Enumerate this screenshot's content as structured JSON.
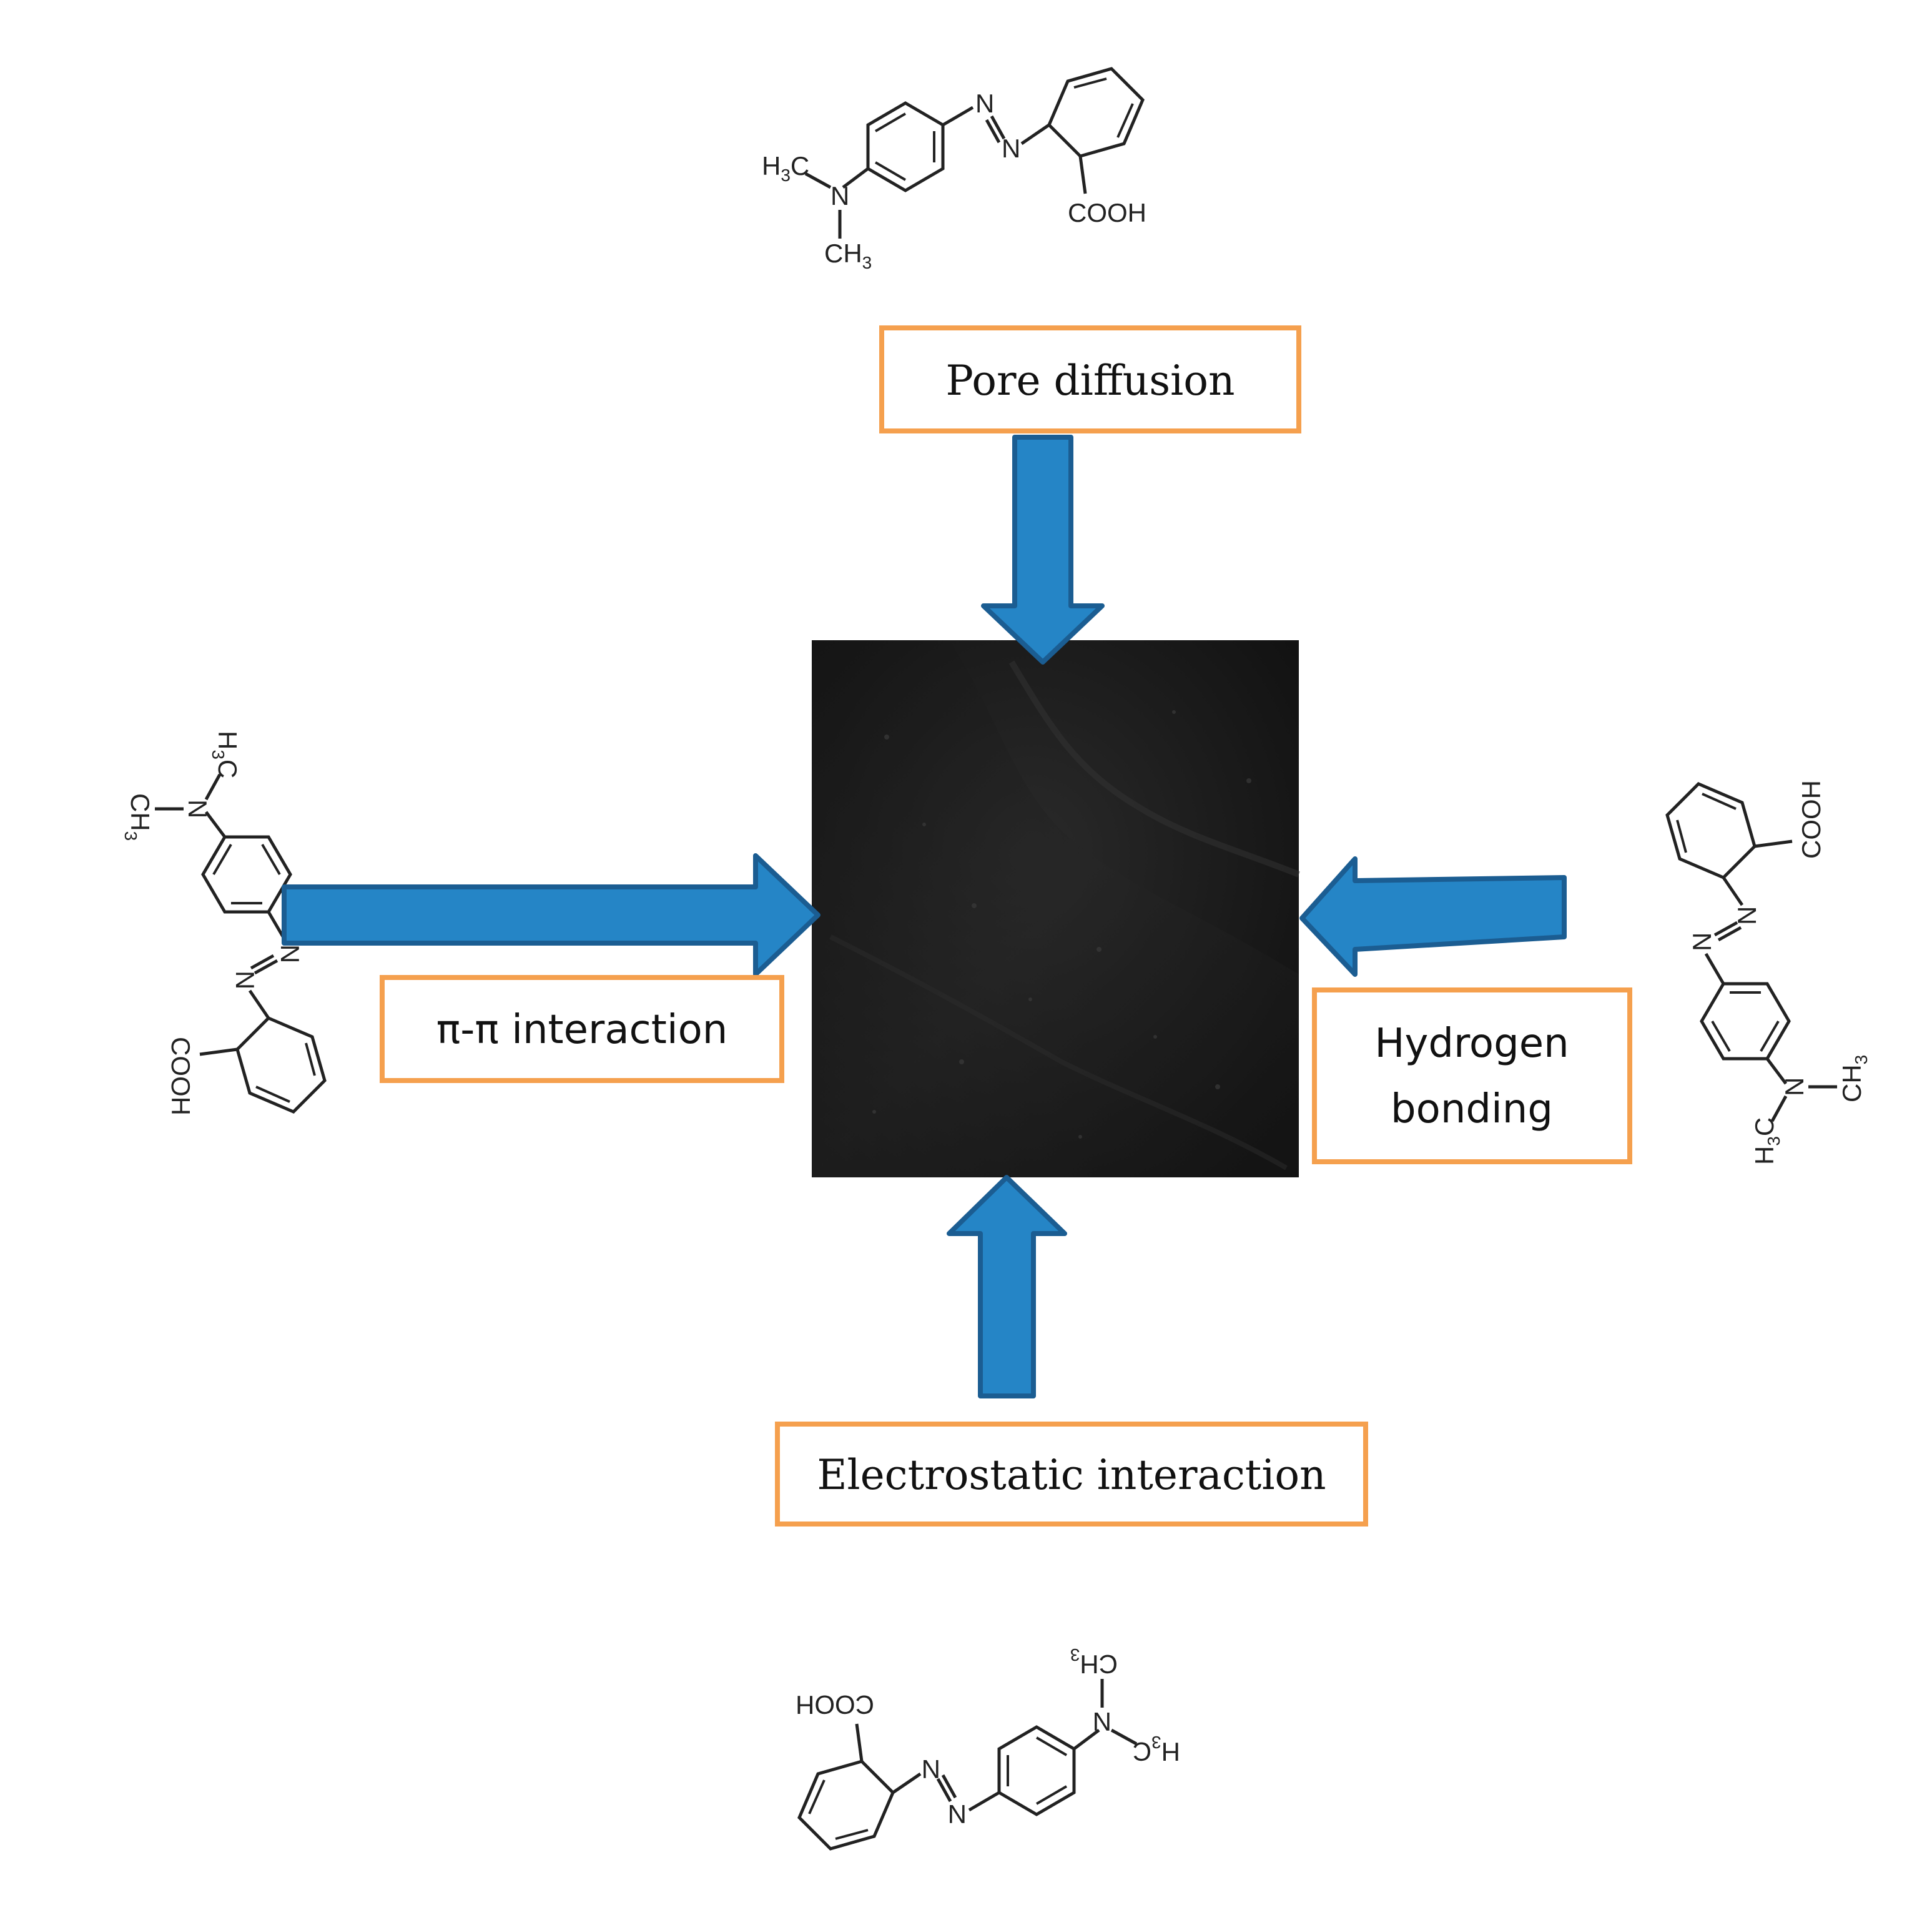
{
  "labels": {
    "pore_diffusion": "Pore diffusion",
    "pi_pi_interaction": "π-π interaction",
    "hydrogen_bonding_line1": "Hydrogen",
    "hydrogen_bonding_line2": "bonding",
    "electrostatic_interaction": "Electrostatic interaction"
  },
  "molecule": {
    "methyl": "H3C",
    "amine": "N",
    "methyl2": "CH3",
    "azo_n": "N",
    "acid": "COOH"
  },
  "colors": {
    "arrow_fill": "#2585c6",
    "arrow_stroke": "#1b5d92",
    "box_border": "#f5a04e",
    "adsorbent": "#1a1a1a",
    "structure_line": "#222222"
  },
  "icons": {
    "center": "adsorbent-photo",
    "arrows": "block-arrow",
    "molecules": "methyl-red-structure"
  }
}
